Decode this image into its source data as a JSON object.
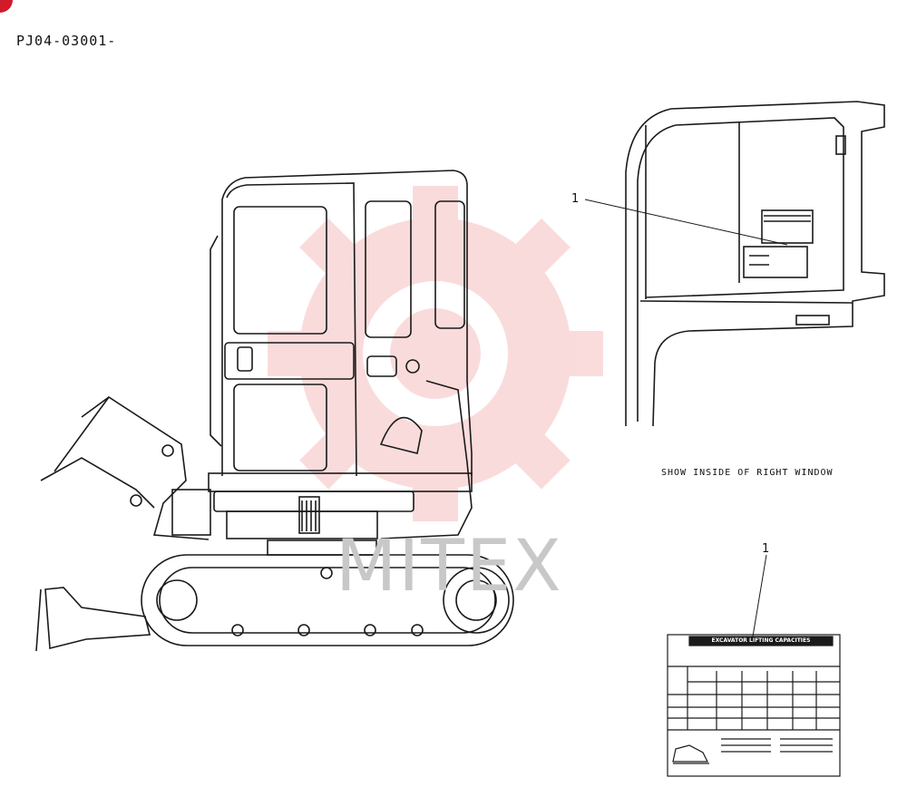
{
  "document": {
    "code": "PJ04-03001-"
  },
  "callouts": {
    "window_label": "1",
    "decal_label": "1"
  },
  "captions": {
    "window_view": "SHOW INSIDE OF RIGHT WINDOW"
  },
  "watermark": {
    "text": "MITEX",
    "color": "#f29a9a"
  },
  "decal": {
    "title": "EXCAVATOR LIFTING CAPACITIES"
  },
  "colors": {
    "line": "#1a1a1a",
    "accent": "#d11a2a"
  }
}
